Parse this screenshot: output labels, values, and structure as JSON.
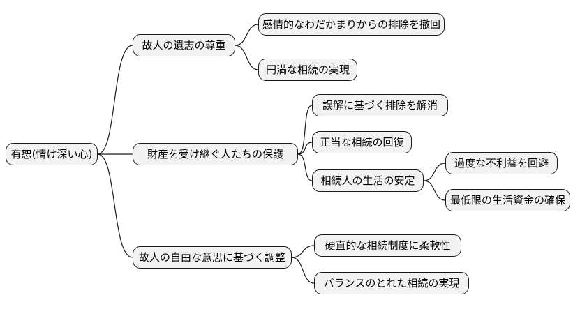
{
  "diagram": {
    "type": "mindmap",
    "direction": "left-to-right",
    "colors": {
      "background": "#ffffff",
      "node_fill": "#f2f2f2",
      "node_border": "#1a1a1a",
      "edge": "#1a1a1a",
      "text": "#000000"
    },
    "nodes": {
      "root": {
        "label": "有恕(情け深い心)"
      },
      "b1": {
        "label": "故人の遺志の尊重"
      },
      "l1a": {
        "label": "感情的なわだかまりからの排除を撤回"
      },
      "l1b": {
        "label": "円満な相続の実現"
      },
      "b2": {
        "label": "財産を受け継ぐ人たちの保護"
      },
      "l2a": {
        "label": "誤解に基づく排除を解消"
      },
      "l2b": {
        "label": "正当な相続の回復"
      },
      "n2c": {
        "label": "相続人の生活の安定"
      },
      "l2c1": {
        "label": "過度な不利益を回避"
      },
      "l2c2": {
        "label": "最低限の生活資金の確保"
      },
      "b3": {
        "label": "故人の自由な意思に基づく調整"
      },
      "l3a": {
        "label": "硬直的な相続制度に柔軟性"
      },
      "l3b": {
        "label": "バランスのとれた相続の実現"
      }
    },
    "tree": [
      {
        "id": "root",
        "children": [
          {
            "id": "b1",
            "children": [
              {
                "id": "l1a"
              },
              {
                "id": "l1b"
              }
            ]
          },
          {
            "id": "b2",
            "children": [
              {
                "id": "l2a"
              },
              {
                "id": "l2b"
              },
              {
                "id": "n2c",
                "children": [
                  {
                    "id": "l2c1"
                  },
                  {
                    "id": "l2c2"
                  }
                ]
              }
            ]
          },
          {
            "id": "b3",
            "children": [
              {
                "id": "l3a"
              },
              {
                "id": "l3b"
              }
            ]
          }
        ]
      }
    ]
  }
}
